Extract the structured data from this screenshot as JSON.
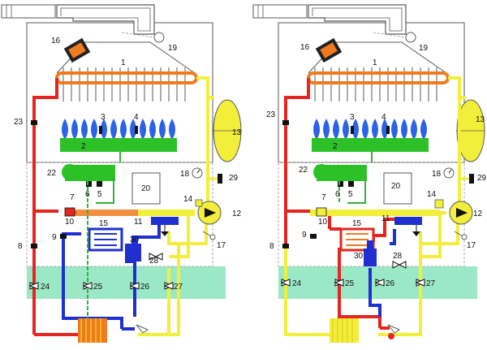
{
  "colors": {
    "hot": "#e3261f",
    "cold": "#1f2fd0",
    "yellow": "#f2ee3a",
    "green": "#2fb43a",
    "burner": "#2dc128",
    "zone": "#8fe6c0",
    "frame": "#5a5a5a",
    "orange": "#f07a1e"
  },
  "icons": [
    "flue-icon",
    "fan-icon",
    "pressure-switch-icon",
    "flame-icon",
    "valve-icon",
    "gauge-icon",
    "pump-icon",
    "tap-icon",
    "radiator-icon"
  ],
  "panels": [
    {
      "name": "diagram-heating-mode",
      "labels": [
        {
          "id": "1",
          "text": "1"
        },
        {
          "id": "2",
          "text": "2"
        },
        {
          "id": "3",
          "text": "3"
        },
        {
          "id": "4",
          "text": "4"
        },
        {
          "id": "5",
          "text": "5"
        },
        {
          "id": "6",
          "text": "6"
        },
        {
          "id": "7",
          "text": "7"
        },
        {
          "id": "8",
          "text": "8"
        },
        {
          "id": "9",
          "text": "9"
        },
        {
          "id": "10",
          "text": "10"
        },
        {
          "id": "11",
          "text": "11"
        },
        {
          "id": "12",
          "text": "12"
        },
        {
          "id": "13",
          "text": "13"
        },
        {
          "id": "14",
          "text": "14"
        },
        {
          "id": "15",
          "text": "15"
        },
        {
          "id": "16",
          "text": "16"
        },
        {
          "id": "17",
          "text": "17"
        },
        {
          "id": "18",
          "text": "18"
        },
        {
          "id": "19",
          "text": "19"
        },
        {
          "id": "20",
          "text": "20"
        },
        {
          "id": "22",
          "text": "22"
        },
        {
          "id": "23",
          "text": "23"
        },
        {
          "id": "24",
          "text": "24"
        },
        {
          "id": "25",
          "text": "25"
        },
        {
          "id": "26",
          "text": "26"
        },
        {
          "id": "27",
          "text": "27"
        },
        {
          "id": "28",
          "text": "28"
        },
        {
          "id": "29",
          "text": "29"
        },
        {
          "id": "30",
          "text": "30"
        }
      ]
    },
    {
      "name": "diagram-hot-water-mode",
      "labels": [
        {
          "id": "1",
          "text": "1"
        },
        {
          "id": "2",
          "text": "2"
        },
        {
          "id": "3",
          "text": "3"
        },
        {
          "id": "4",
          "text": "4"
        },
        {
          "id": "5",
          "text": "5"
        },
        {
          "id": "6",
          "text": "6"
        },
        {
          "id": "7",
          "text": "7"
        },
        {
          "id": "8",
          "text": "8"
        },
        {
          "id": "9",
          "text": "9"
        },
        {
          "id": "10",
          "text": "10"
        },
        {
          "id": "11",
          "text": "11"
        },
        {
          "id": "12",
          "text": "12"
        },
        {
          "id": "13",
          "text": "13"
        },
        {
          "id": "14",
          "text": "14"
        },
        {
          "id": "15",
          "text": "15"
        },
        {
          "id": "16",
          "text": "16"
        },
        {
          "id": "17",
          "text": "17"
        },
        {
          "id": "18",
          "text": "18"
        },
        {
          "id": "19",
          "text": "19"
        },
        {
          "id": "20",
          "text": "20"
        },
        {
          "id": "22",
          "text": "22"
        },
        {
          "id": "23",
          "text": "23"
        },
        {
          "id": "24",
          "text": "24"
        },
        {
          "id": "25",
          "text": "25"
        },
        {
          "id": "26",
          "text": "26"
        },
        {
          "id": "27",
          "text": "27"
        },
        {
          "id": "28",
          "text": "28"
        },
        {
          "id": "29",
          "text": "29"
        },
        {
          "id": "30",
          "text": "30"
        }
      ]
    }
  ]
}
